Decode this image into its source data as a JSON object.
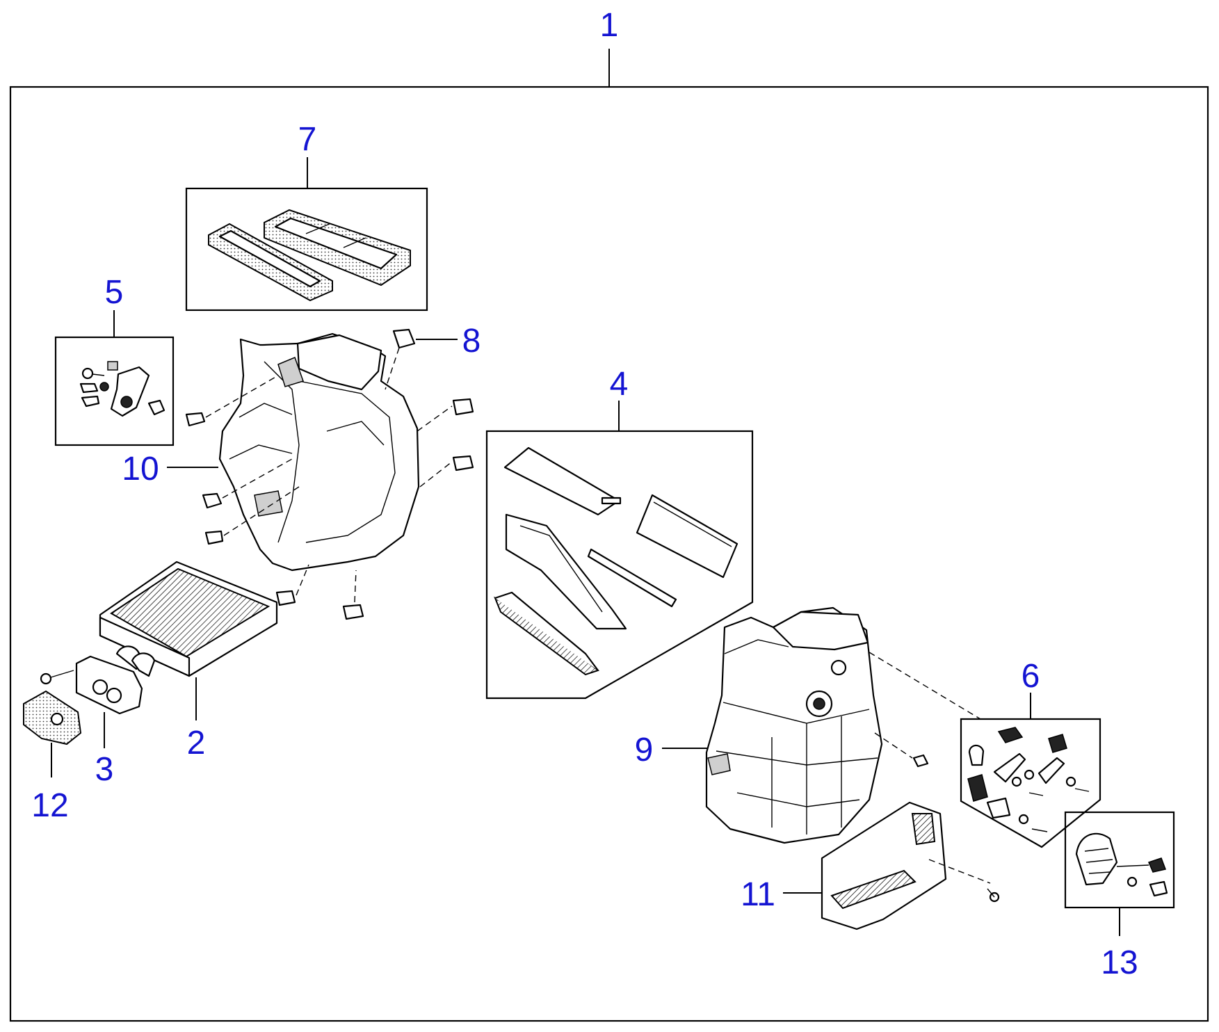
{
  "diagram": {
    "callouts": [
      {
        "id": "1",
        "text": "1"
      },
      {
        "id": "2",
        "text": "2"
      },
      {
        "id": "3",
        "text": "3"
      },
      {
        "id": "4",
        "text": "4"
      },
      {
        "id": "5",
        "text": "5"
      },
      {
        "id": "6",
        "text": "6"
      },
      {
        "id": "7",
        "text": "7"
      },
      {
        "id": "8",
        "text": "8"
      },
      {
        "id": "9",
        "text": "9"
      },
      {
        "id": "10",
        "text": "10"
      },
      {
        "id": "11",
        "text": "11"
      },
      {
        "id": "12",
        "text": "12"
      },
      {
        "id": "13",
        "text": "13"
      }
    ],
    "colors": {
      "callout_text": "#1414d2",
      "line_art": "#000000",
      "background": "#ffffff"
    }
  }
}
